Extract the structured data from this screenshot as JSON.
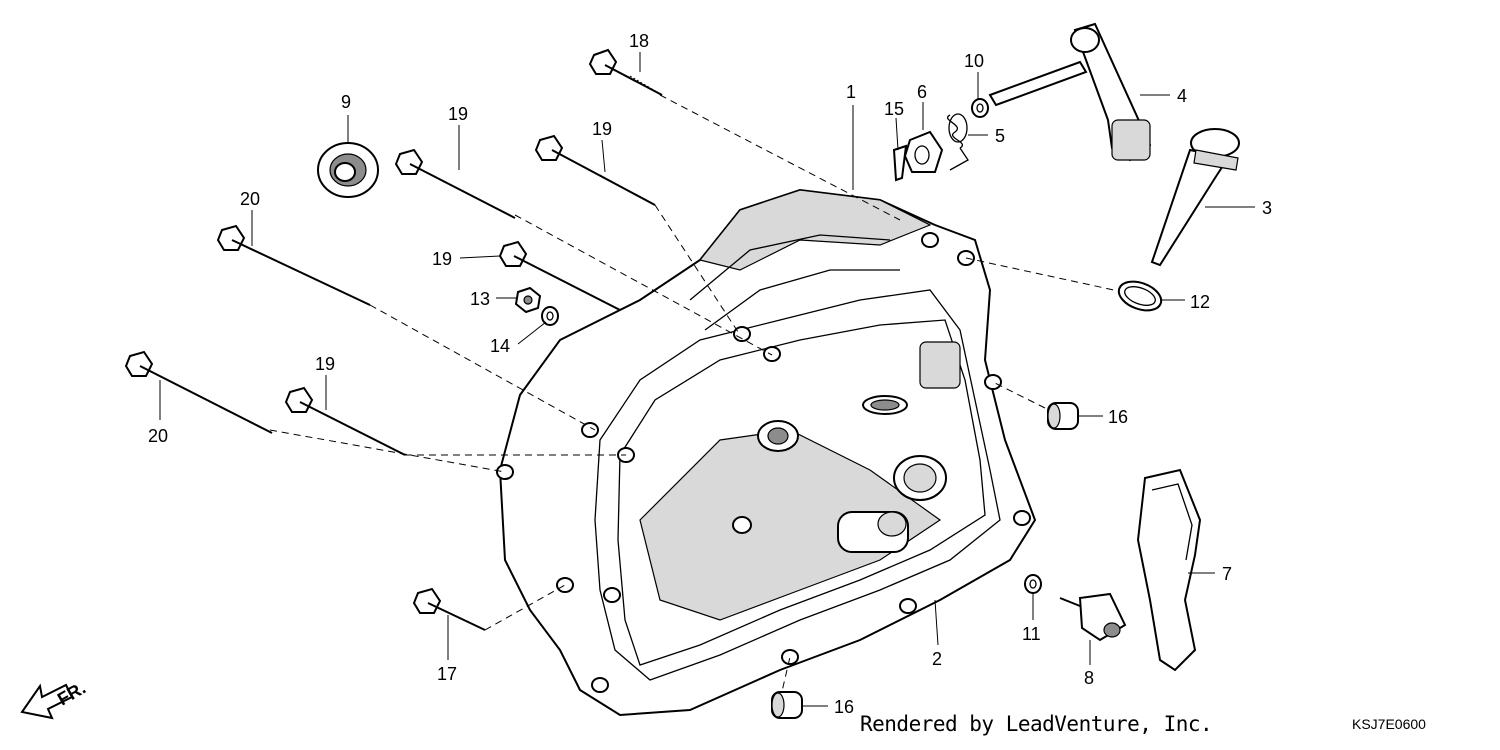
{
  "footer": {
    "credit": "Rendered by LeadVenture, Inc.",
    "diagram_code": "KSJ7E0600"
  },
  "direction_indicator": {
    "label": "FR."
  },
  "callouts": {
    "c1": "1",
    "c2": "2",
    "c3": "3",
    "c4": "4",
    "c5": "5",
    "c6": "6",
    "c7": "7",
    "c8": "8",
    "c9": "9",
    "c10": "10",
    "c11": "11",
    "c12": "12",
    "c13": "13",
    "c14": "14",
    "c15": "15",
    "c16a": "16",
    "c16b": "16",
    "c17": "17",
    "c18": "18",
    "c19a": "19",
    "c19b": "19",
    "c19c": "19",
    "c19d": "19",
    "c20a": "20",
    "c20b": "20"
  }
}
